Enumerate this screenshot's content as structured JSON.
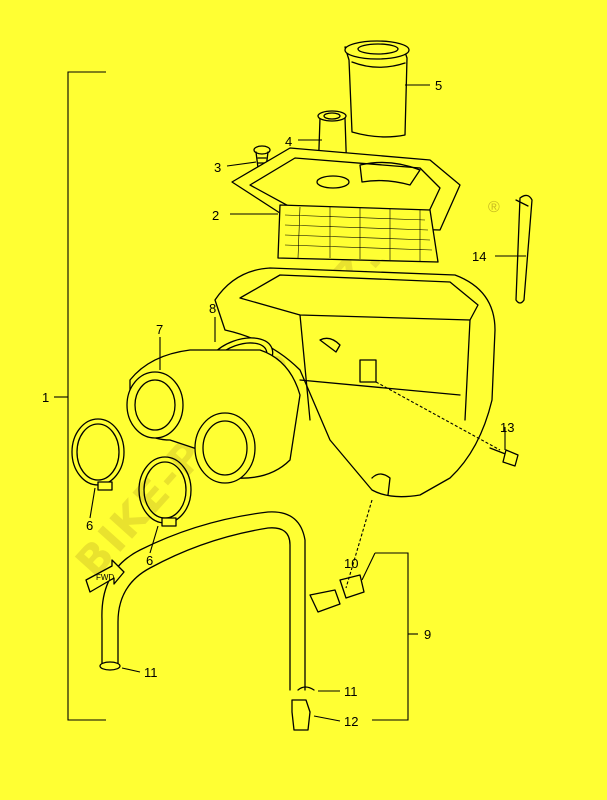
{
  "callouts": {
    "c1": "1",
    "c2": "2",
    "c3": "3",
    "c4": "4",
    "c5": "5",
    "c6a": "6",
    "c6b": "6",
    "c7": "7",
    "c8": "8",
    "c9": "9",
    "c10": "10",
    "c11a": "11",
    "c11b": "11",
    "c12": "12",
    "c13": "13",
    "c14": "14"
  },
  "fwd_arrow_text": "FWD",
  "watermark_text": "BIKE-PARTS-SUZ.EU",
  "watermark_registered": "®",
  "colors": {
    "background": "#FFFF33",
    "line": "#000000",
    "watermark": "#D8CC2A"
  }
}
